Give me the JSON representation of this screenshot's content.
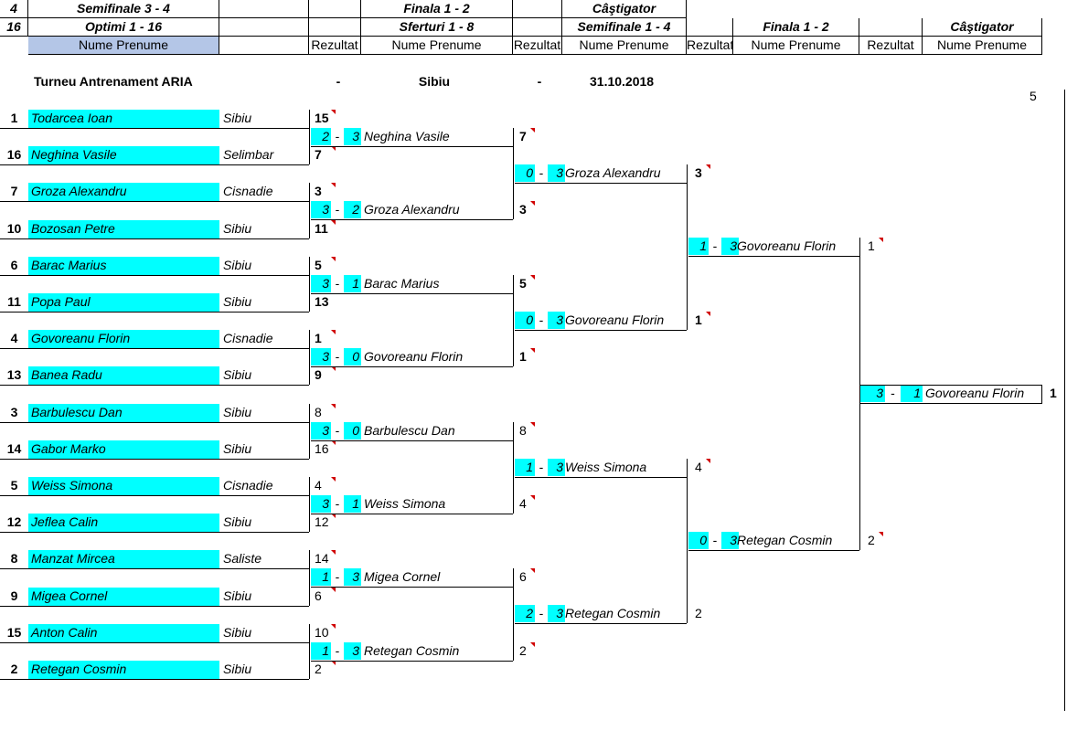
{
  "header": {
    "r1": {
      "a": "4",
      "b": "Semifinale 3 - 4",
      "c": "Finala 1 - 2",
      "d": "Câştigator"
    },
    "r2": {
      "a": "16",
      "b": "Optimi 1 - 16",
      "c": "Sferturi 1 - 8",
      "d": "Semifinale 1 - 4",
      "e": "Finala 1 - 2",
      "f": "Câştigator"
    },
    "r3": {
      "name": "Nume Prenume",
      "res1": "Rezultat",
      "res2": "Rezultat",
      "res3": "Rezultat",
      "res4": "Rezultat",
      "res3_alt": "Rezultat"
    }
  },
  "tournament": {
    "name": "Turneu Antrenament ARIA",
    "sep": "-",
    "city": "Sibiu",
    "date": "31.10.2018",
    "count": "5"
  },
  "round1": [
    {
      "seed": "1",
      "name": "Todarcea Ioan",
      "club": "Sibiu",
      "res": "15"
    },
    {
      "seed": "16",
      "name": "Neghina Vasile",
      "club": "Selimbar",
      "res": "7"
    },
    {
      "seed": "7",
      "name": "Groza Alexandru",
      "club": "Cisnadie",
      "res": "3"
    },
    {
      "seed": "10",
      "name": "Bozosan Petre",
      "club": "Sibiu",
      "res": "11"
    },
    {
      "seed": "6",
      "name": "Barac Marius",
      "club": "Sibiu",
      "res": "5"
    },
    {
      "seed": "11",
      "name": "Popa Paul",
      "club": "Sibiu",
      "res": "13"
    },
    {
      "seed": "4",
      "name": "Govoreanu Florin",
      "club": "Cisnadie",
      "res": "1"
    },
    {
      "seed": "13",
      "name": "Banea Radu",
      "club": "Sibiu",
      "res": "9"
    },
    {
      "seed": "3",
      "name": "Barbulescu Dan",
      "club": "Sibiu",
      "res": "8"
    },
    {
      "seed": "14",
      "name": "Gabor Marko",
      "club": "Sibiu",
      "res": "16"
    },
    {
      "seed": "5",
      "name": "Weiss Simona",
      "club": "Cisnadie",
      "res": "4"
    },
    {
      "seed": "12",
      "name": "Jeflea Calin",
      "club": "Sibiu",
      "res": "12"
    },
    {
      "seed": "8",
      "name": "Manzat Mircea",
      "club": "Saliste",
      "res": "14"
    },
    {
      "seed": "9",
      "name": "Migea Cornel",
      "club": "Sibiu",
      "res": "6"
    },
    {
      "seed": "15",
      "name": "Anton Calin",
      "club": "Sibiu",
      "res": "10"
    },
    {
      "seed": "2",
      "name": "Retegan Cosmin",
      "club": "Sibiu",
      "res": "2"
    }
  ],
  "round2": [
    {
      "s1": "2",
      "s2": "3",
      "name": "Neghina Vasile",
      "res": "7"
    },
    {
      "s1": "3",
      "s2": "2",
      "name": "Groza Alexandru",
      "res": "3"
    },
    {
      "s1": "3",
      "s2": "1",
      "name": "Barac Marius",
      "res": "5"
    },
    {
      "s1": "3",
      "s2": "0",
      "name": "Govoreanu Florin",
      "res": "1"
    },
    {
      "s1": "3",
      "s2": "0",
      "name": "Barbulescu Dan",
      "res": "8"
    },
    {
      "s1": "3",
      "s2": "1",
      "name": "Weiss Simona",
      "res": "4"
    },
    {
      "s1": "1",
      "s2": "3",
      "name": "Migea Cornel",
      "res": "6"
    },
    {
      "s1": "1",
      "s2": "3",
      "name": "Retegan Cosmin",
      "res": "2"
    }
  ],
  "round3": [
    {
      "s1": "0",
      "s2": "3",
      "name": "Groza Alexandru",
      "res": "3"
    },
    {
      "s1": "0",
      "s2": "3",
      "name": "Govoreanu Florin",
      "res": "1"
    },
    {
      "s1": "1",
      "s2": "3",
      "name": "Weiss Simona",
      "res": "4"
    },
    {
      "s1": "2",
      "s2": "3",
      "name": "Retegan Cosmin",
      "res": "2"
    }
  ],
  "round4": [
    {
      "s1": "1",
      "s2": "3",
      "name": "Govoreanu Florin",
      "res": "1"
    },
    {
      "s1": "0",
      "s2": "3",
      "name": "Retegan Cosmin",
      "res": "2"
    }
  ],
  "final": {
    "s1": "3",
    "s2": "1",
    "name": "Govoreanu Florin",
    "res": "1"
  },
  "dash": "-",
  "colors": {
    "accent": "#00ffff",
    "header_name": "#b4c6e7",
    "comment": "#d00000"
  }
}
